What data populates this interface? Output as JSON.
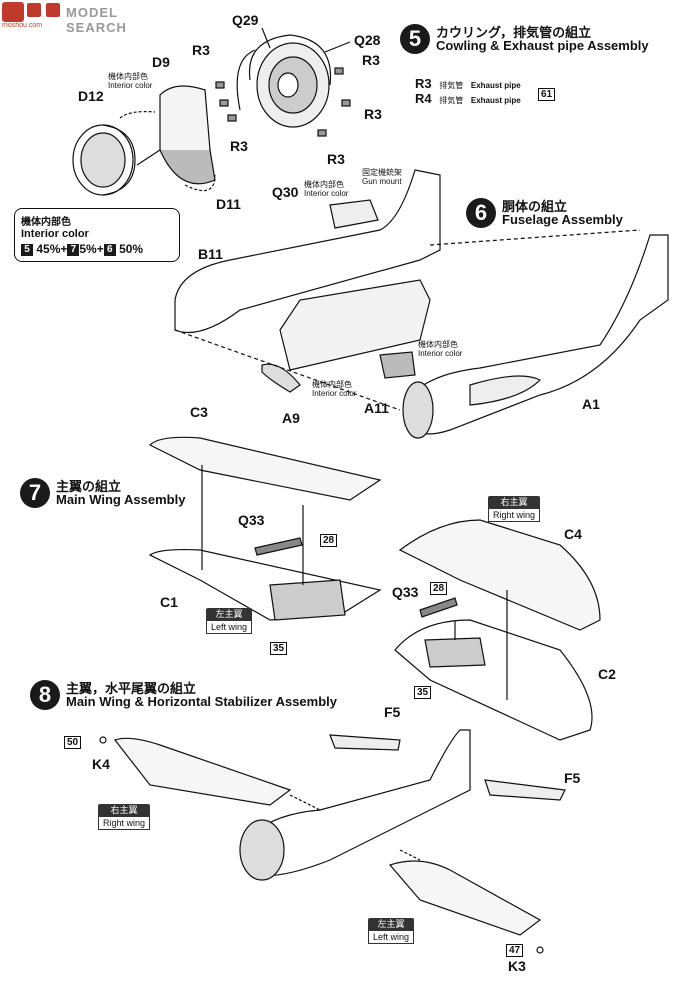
{
  "watermark": {
    "logo_text": "MODEL SEARCH",
    "site": "moshou.com"
  },
  "color_box": {
    "jp": "機体内部色",
    "en": "Interior color",
    "formula": {
      "s5": "5",
      "p1": "45%+",
      "s7": "7",
      "p2": "5%+",
      "s6": "6",
      "p3": "50%"
    }
  },
  "steps": [
    {
      "num": "5",
      "jp": "カウリング，排気管の組立",
      "en": "Cowling & Exhaust pipe Assembly"
    },
    {
      "num": "6",
      "jp": "胴体の組立",
      "en": "Fuselage Assembly"
    },
    {
      "num": "7",
      "jp": "主翼の組立",
      "en": "Main Wing Assembly"
    },
    {
      "num": "8",
      "jp": "主翼，水平尾翼の組立",
      "en": "Main Wing & Horizontal Stabilizer Assembly"
    }
  ],
  "exhaust_legend": {
    "r3": "R3",
    "r4": "R4",
    "jp": "排気管",
    "en": "Exhaust pipe",
    "ref": "61"
  },
  "parts": {
    "q29": "Q29",
    "q28": "Q28",
    "r3": "R3",
    "d9": "D9",
    "d12": "D12",
    "d11": "D11",
    "q30": "Q30",
    "b11": "B11",
    "a9": "A9",
    "a11": "A11",
    "a1": "A1",
    "c3": "C3",
    "c1": "C1",
    "q33": "Q33",
    "c4": "C4",
    "c2": "C2",
    "f5": "F5",
    "k4": "K4",
    "k3": "K3"
  },
  "notes": {
    "interior_jp": "機体内部色",
    "interior_en": "Interior color",
    "gun_jp": "固定機銃架",
    "gun_en": "Gun mount"
  },
  "refs": {
    "r28": "28",
    "r35": "35",
    "r50": "50",
    "r47": "47"
  },
  "wing_tags": {
    "right_jp": "右主翼",
    "right_en": "Right wing",
    "left_jp": "左主翼",
    "left_en": "Left wing"
  }
}
